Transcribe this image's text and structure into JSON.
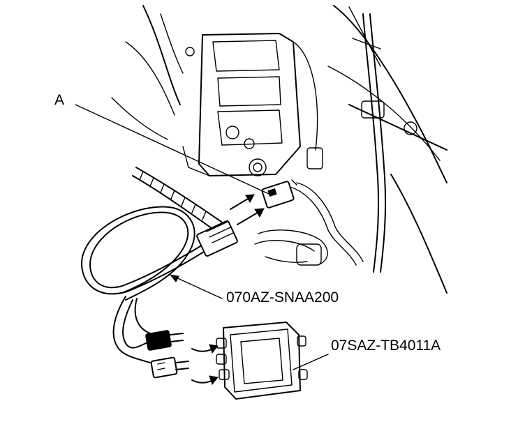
{
  "labels": {
    "callout_a": "A",
    "harness_part_number": "070AZ-SNAA200",
    "unit_part_number": "07SAZ-TB4011A"
  }
}
